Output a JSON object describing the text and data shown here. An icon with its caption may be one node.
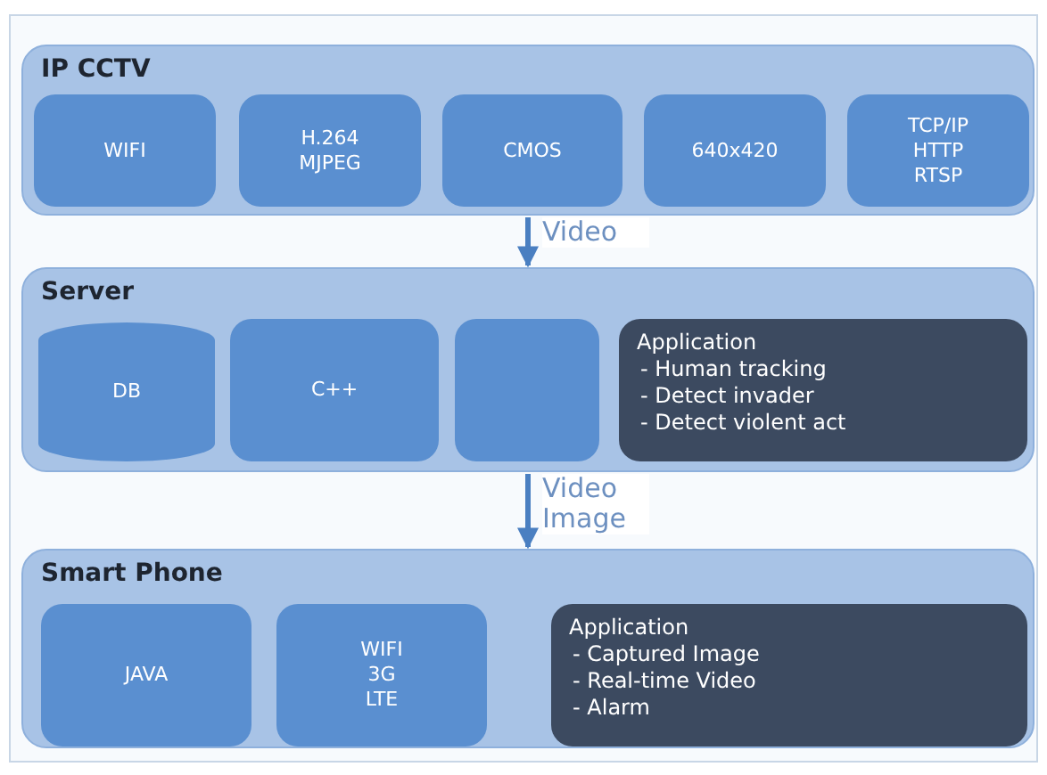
{
  "diagram": {
    "nodes": [
      {
        "text": [
          "IP CCTV"
        ]
      },
      {
        "text": [
          "WIFI"
        ],
        "in": 0
      },
      {
        "text": [
          "H.264",
          "MJPEG"
        ],
        "in": 0
      },
      {
        "text": [
          "CMOS"
        ],
        "in": 0
      },
      {
        "text": [
          "640x420"
        ],
        "in": 0
      },
      {
        "text": [
          "TCP/IP",
          "HTTP",
          "RTSP"
        ],
        "in": 0
      },
      {
        "text": [
          "Server"
        ]
      },
      {
        "text": [
          "DB"
        ],
        "in": 6
      },
      {
        "text": [
          "C++"
        ],
        "in": 6
      },
      {
        "text": [],
        "shape": "box",
        "in": 6
      },
      {
        "text": [
          "Application",
          "- Human tracking",
          "- Detect invader",
          "- Detect violent act"
        ],
        "in": 6
      },
      {
        "text": [
          "Smart Phone"
        ]
      },
      {
        "text": [
          "JAVA"
        ],
        "in": 11
      },
      {
        "text": [
          "WIFI",
          "3G",
          "LTE"
        ],
        "in": 11
      },
      {
        "text": [
          "Application",
          "- Captured Image",
          "- Real-time Video",
          "- Alarm"
        ],
        "in": 11
      }
    ],
    "edges": [
      {
        "from": 0,
        "to": 6,
        "arrow": "to",
        "label": "Video"
      },
      {
        "from": 6,
        "to": 11,
        "arrow": "to",
        "label": "Video Image"
      }
    ]
  }
}
